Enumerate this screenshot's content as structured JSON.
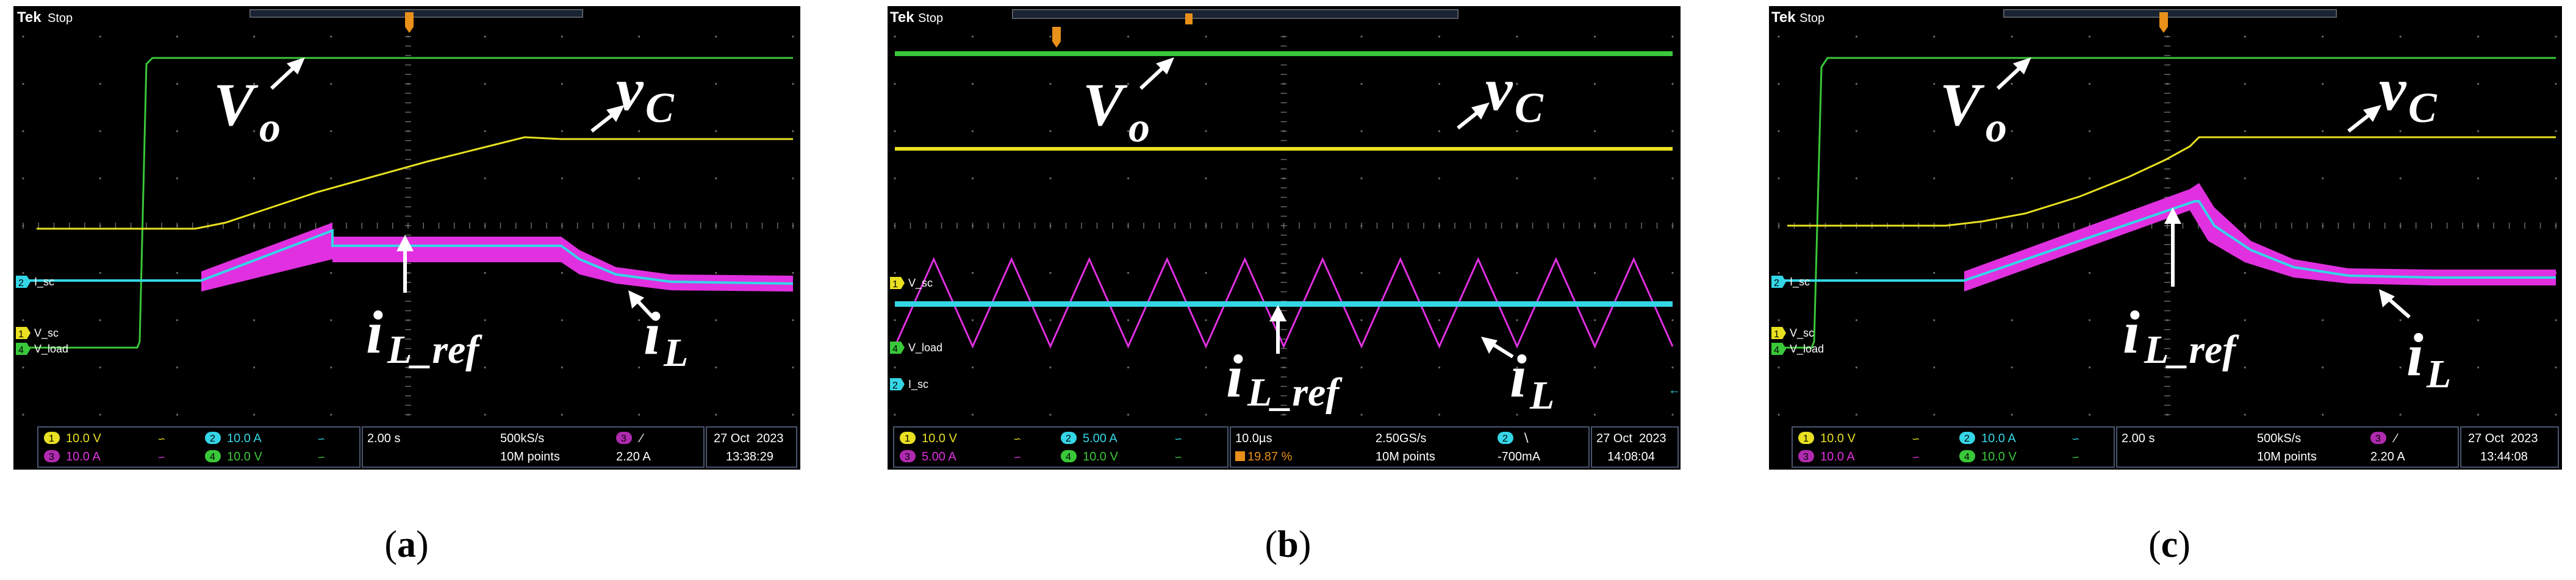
{
  "colors": {
    "ch1": "#e8e020",
    "ch2": "#34d6e6",
    "ch3": "#e030e0",
    "ch4": "#39c839",
    "grid": "#6a6a6a",
    "screen": "#000000",
    "bezel": "#2f3a4a",
    "trigger": "#e8901a"
  },
  "panels": [
    {
      "caption": "a",
      "brand": "Tek",
      "state": "Stop",
      "left_labels": [
        "I_sc",
        "V_sc",
        "V_load"
      ],
      "left_label_nums": [
        "2",
        "1",
        "4"
      ],
      "annot": {
        "vo_main": "V",
        "vo_sub": "o",
        "vc_main": "v",
        "vc_sub": "C",
        "iref_main": "i",
        "iref_sub": "L_ref",
        "il_main": "i",
        "il_sub": "L"
      },
      "channels": [
        {
          "num": "1",
          "scale": "10.0 V"
        },
        {
          "num": "2",
          "scale": "10.0 A"
        },
        {
          "num": "3",
          "scale": "10.0 A"
        },
        {
          "num": "4",
          "scale": "10.0 V"
        }
      ],
      "timebase": "2.00 s",
      "sample_rate": "500kS/s",
      "record": "10M points",
      "trig_num": "3",
      "trig_slope": "∕",
      "trig_level": "2.20 A",
      "trig_delay": "",
      "date": "27 Oct  2023",
      "time": "13:38:29"
    },
    {
      "caption": "b",
      "brand": "Tek",
      "state": "Stop",
      "left_labels": [
        "V_sc",
        "V_load",
        "I_sc"
      ],
      "left_label_nums": [
        "1",
        "4",
        "2"
      ],
      "annot": {
        "vo_main": "V",
        "vo_sub": "o",
        "vc_main": "v",
        "vc_sub": "C",
        "iref_main": "i",
        "iref_sub": "L_ref",
        "il_main": "i",
        "il_sub": "L"
      },
      "channels": [
        {
          "num": "1",
          "scale": "10.0 V"
        },
        {
          "num": "2",
          "scale": "5.00 A"
        },
        {
          "num": "3",
          "scale": "5.00 A"
        },
        {
          "num": "4",
          "scale": "10.0 V"
        }
      ],
      "timebase": "10.0µs",
      "sample_rate": "2.50GS/s",
      "record": "10M points",
      "trig_num": "2",
      "trig_slope": "∖",
      "trig_level": "-700mA",
      "trig_delay": "19.87 %",
      "date": "27 Oct  2023",
      "time": "14:08:04"
    },
    {
      "caption": "c",
      "brand": "Tek",
      "state": "Stop",
      "left_labels": [
        "I_sc",
        "V_sc",
        "V_load"
      ],
      "left_label_nums": [
        "2",
        "1",
        "4"
      ],
      "annot": {
        "vo_main": "V",
        "vo_sub": "o",
        "vc_main": "v",
        "vc_sub": "C",
        "iref_main": "i",
        "iref_sub": "L_ref",
        "il_main": "i",
        "il_sub": "L"
      },
      "channels": [
        {
          "num": "1",
          "scale": "10.0 V"
        },
        {
          "num": "2",
          "scale": "10.0 A"
        },
        {
          "num": "3",
          "scale": "10.0 A"
        },
        {
          "num": "4",
          "scale": "10.0 V"
        }
      ],
      "timebase": "2.00 s",
      "sample_rate": "500kS/s",
      "record": "10M points",
      "trig_num": "3",
      "trig_slope": "∕",
      "trig_level": "2.20 A",
      "trig_delay": "",
      "date": "27 Oct  2023",
      "time": "13:44:08"
    }
  ]
}
